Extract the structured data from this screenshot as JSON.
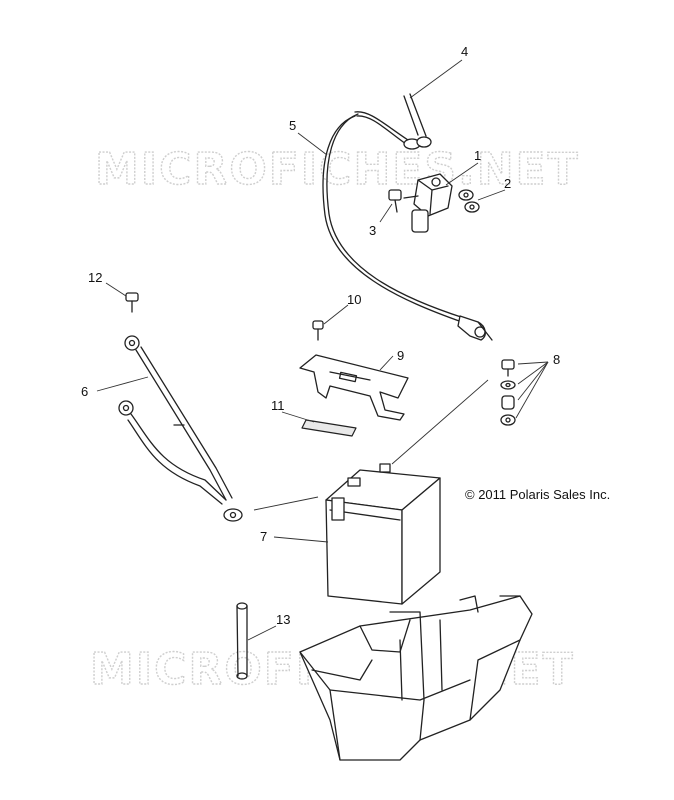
{
  "watermark": "MICROFICHES.NET",
  "copyright": "© 2011 Polaris Sales Inc.",
  "callouts": [
    "1",
    "2",
    "3",
    "4",
    "5",
    "6",
    "7",
    "8",
    "9",
    "10",
    "11",
    "12",
    "13"
  ]
}
